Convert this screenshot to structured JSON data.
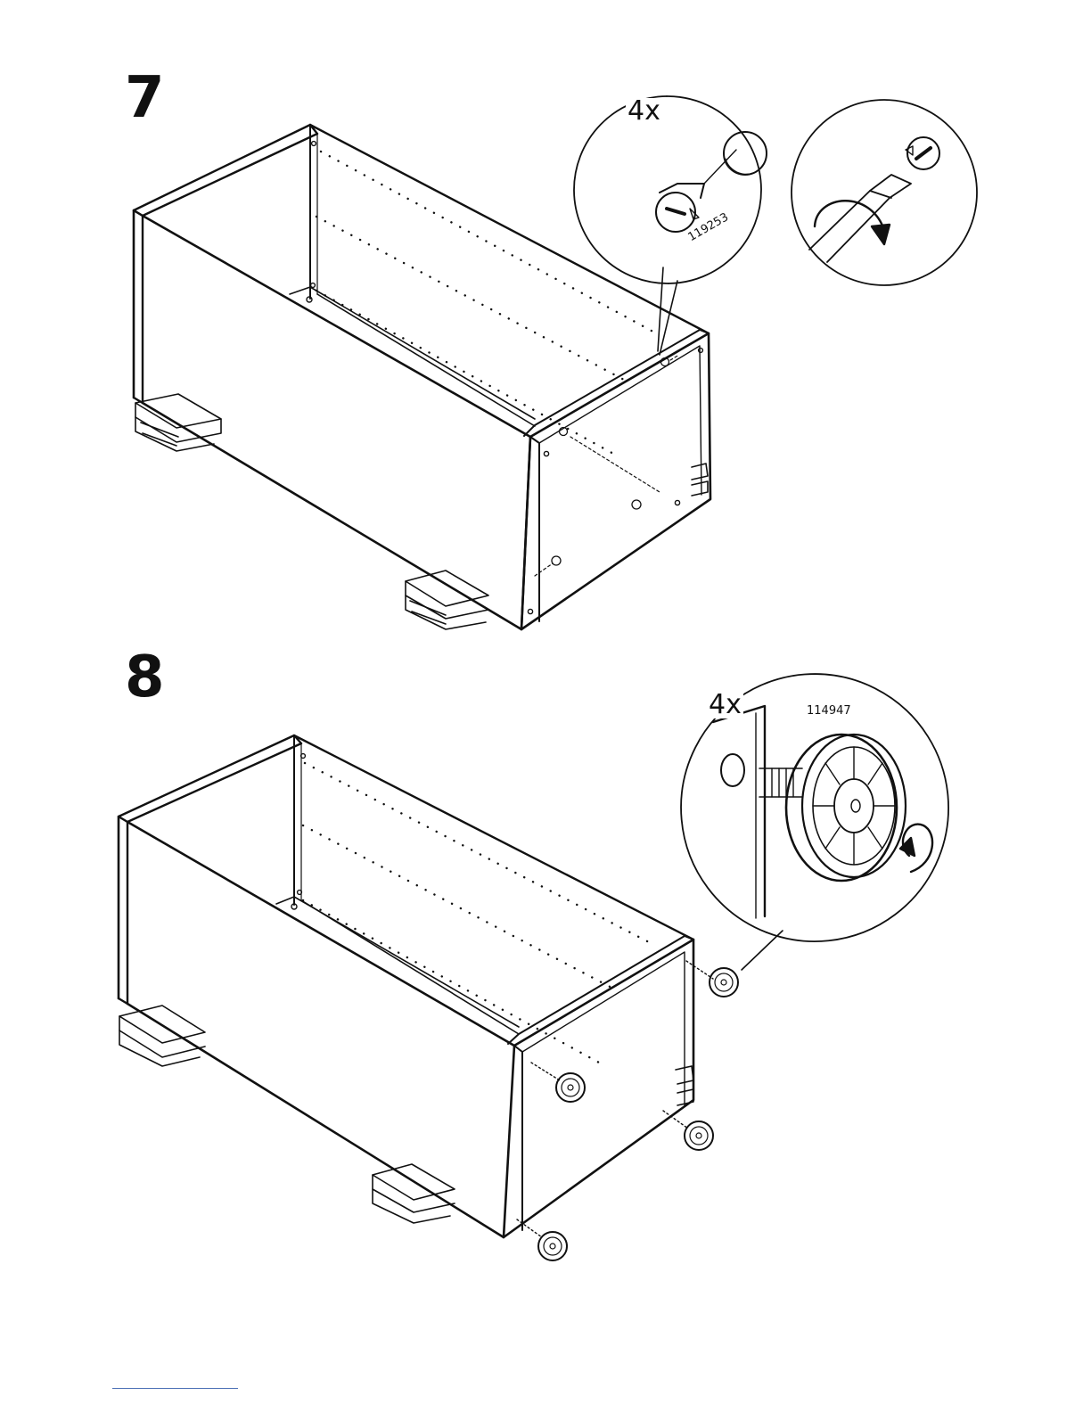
{
  "steps": [
    {
      "number": "7",
      "callout": {
        "quantity": "4x",
        "part_number": "119253"
      },
      "icons": [
        "cam-lock-fitting-icon",
        "screwdriver-icon",
        "rotate-clockwise-arrow-icon"
      ]
    },
    {
      "number": "8",
      "callout": {
        "quantity": "4x",
        "part_number": "114947"
      },
      "icons": [
        "adjustable-foot-icon",
        "rotate-arrow-icon"
      ]
    }
  ],
  "colors": {
    "line": "#111111",
    "background": "#ffffff",
    "footer_rule": "#4a6fb5"
  }
}
